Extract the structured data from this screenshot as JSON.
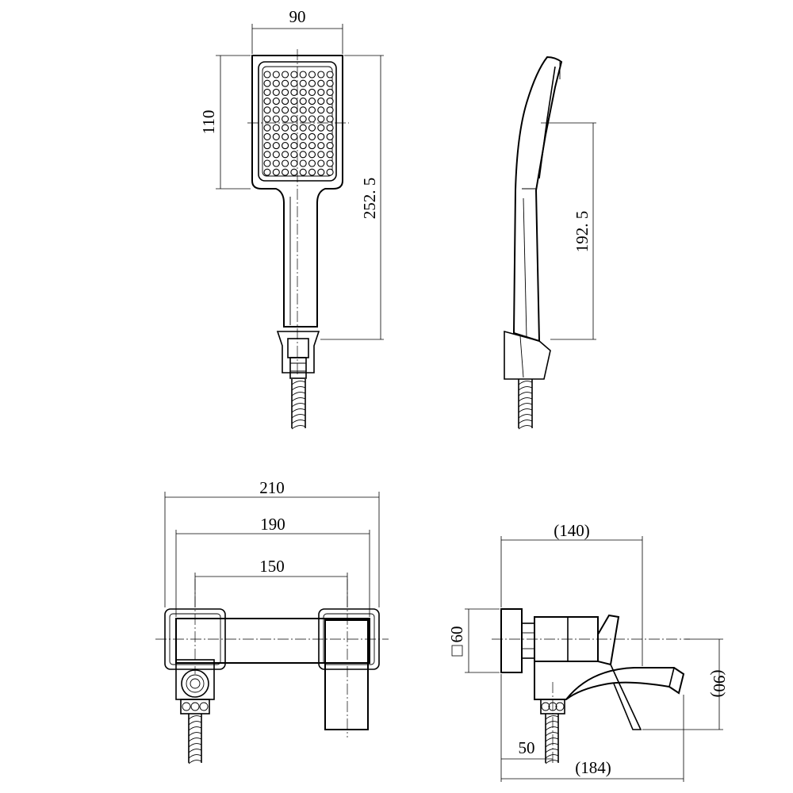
{
  "dimensions": {
    "head_width": "90",
    "head_height": "110",
    "handset_length": "252. 5",
    "side_length": "192. 5",
    "body_width_210": "210",
    "body_width_190": "190",
    "body_width_150": "150",
    "side_depth_140": "(140)",
    "flange_size": "60",
    "spout_height": "(90)",
    "outlet_offset": "50",
    "total_depth": "(184)"
  },
  "symbols": {
    "square": "square-symbol"
  }
}
